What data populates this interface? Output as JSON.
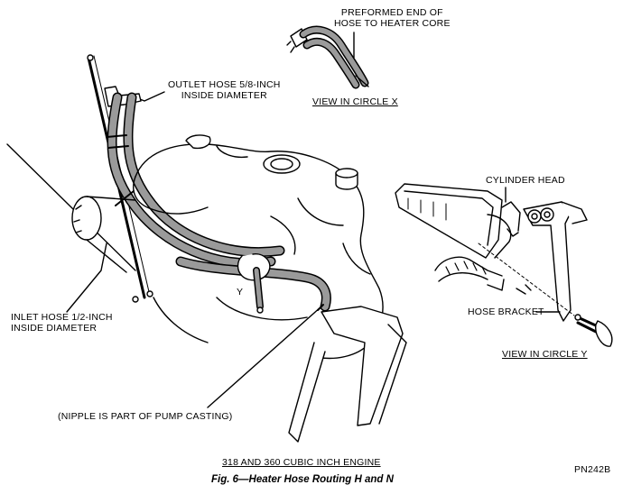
{
  "labels": {
    "preformed_line1": "PREFORMED END OF",
    "preformed_line2": "HOSE TO HEATER CORE",
    "view_circle_x": "VIEW IN CIRCLE X",
    "outlet_line1": "OUTLET HOSE 5/8-INCH",
    "outlet_line2": "INSIDE DIAMETER",
    "cylinder_head": "CYLINDER HEAD",
    "inlet_line1": "INLET HOSE 1/2-INCH",
    "inlet_line2": "INSIDE DIAMETER",
    "hose_bracket": "HOSE BRACKET",
    "view_circle_y": "VIEW IN CIRCLE Y",
    "nipple_note": "(NIPPLE IS PART OF PUMP CASTING)",
    "engine_title": "318 AND 360 CUBIC INCH ENGINE",
    "figure_code": "PN242B",
    "circle_y_marker": "Y"
  },
  "caption": "Fig. 6—Heater Hose Routing H and N",
  "colors": {
    "ink": "#000000",
    "hose_fill": "#9a9a9a",
    "paper": "#ffffff"
  }
}
